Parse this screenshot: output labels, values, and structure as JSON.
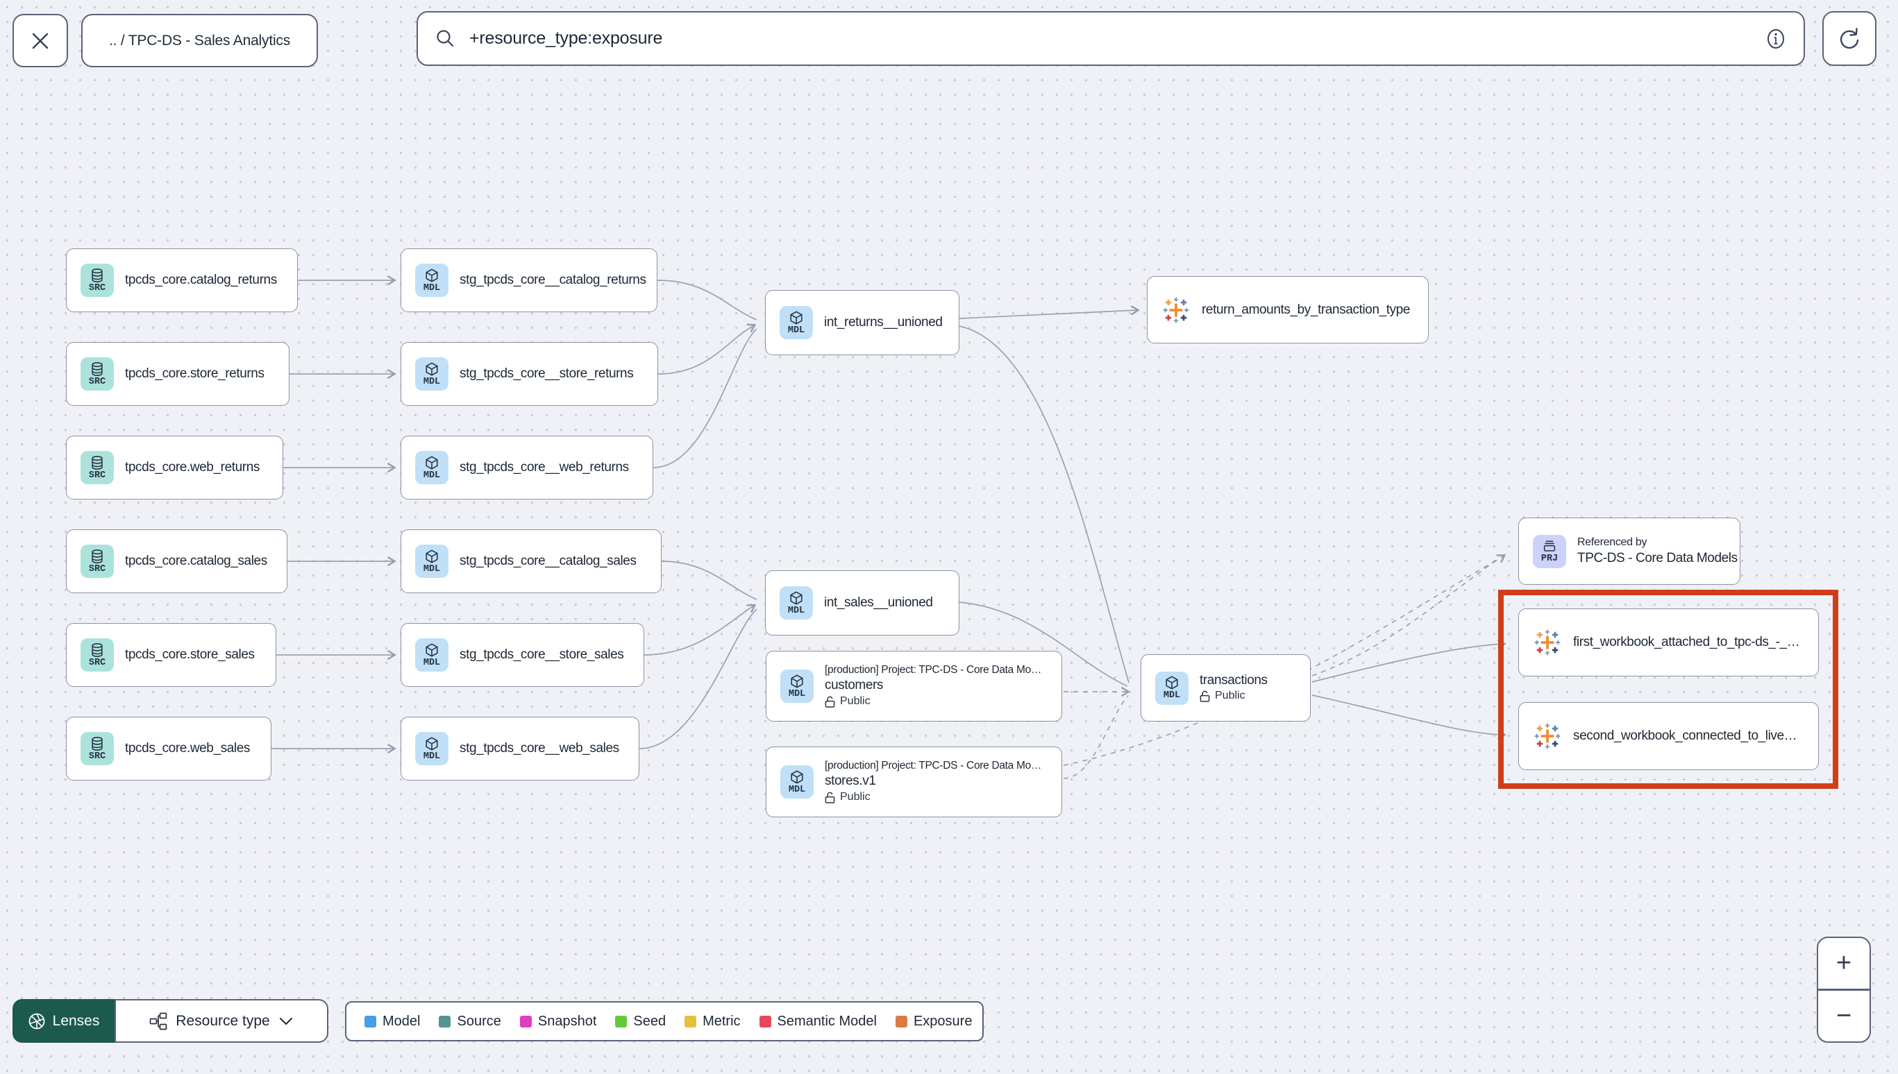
{
  "header": {
    "breadcrumb": ".. / TPC-DS - Sales Analytics",
    "search": {
      "value": "+resource_type:exposure"
    }
  },
  "badges": {
    "src": "SRC",
    "mdl": "MDL",
    "prj": "PRJ"
  },
  "nodes": [
    {
      "title": "tpcds_core.catalog_returns"
    },
    {
      "title": "tpcds_core.store_returns"
    },
    {
      "title": "tpcds_core.web_returns"
    },
    {
      "title": "tpcds_core.catalog_sales"
    },
    {
      "title": "tpcds_core.store_sales"
    },
    {
      "title": "tpcds_core.web_sales"
    },
    {
      "title": "stg_tpcds_core__catalog_returns"
    },
    {
      "title": "stg_tpcds_core__store_returns"
    },
    {
      "title": "stg_tpcds_core__web_returns"
    },
    {
      "title": "stg_tpcds_core__catalog_sales"
    },
    {
      "title": "stg_tpcds_core__store_sales"
    },
    {
      "title": "stg_tpcds_core__web_sales"
    },
    {
      "title": "int_returns__unioned"
    },
    {
      "title": "int_sales__unioned"
    },
    {
      "project": "[production] Project: TPC-DS - Core Data Mo…",
      "title": "customers",
      "visibility": "Public"
    },
    {
      "project": "[production] Project: TPC-DS - Core Data Mo…",
      "title": "stores.v1",
      "visibility": "Public"
    },
    {
      "title": "return_amounts_by_transaction_type"
    },
    {
      "title": "transactions",
      "visibility": "Public"
    },
    {
      "subtitle": "Referenced by",
      "title": "TPC-DS - Core Data Models"
    },
    {
      "title": "first_workbook_attached_to_tpc-ds_-_…"
    },
    {
      "title": "second_workbook_connected_to_live…"
    }
  ],
  "toolbar": {
    "lenses_label": "Lenses",
    "resource_type_label": "Resource type"
  },
  "legend": {
    "items": [
      {
        "label": "Model",
        "color": "#459fe8"
      },
      {
        "label": "Source",
        "color": "#569490"
      },
      {
        "label": "Snapshot",
        "color": "#e03ec0"
      },
      {
        "label": "Seed",
        "color": "#62ca3d"
      },
      {
        "label": "Metric",
        "color": "#e5c13d"
      },
      {
        "label": "Semantic Model",
        "color": "#e5485c"
      },
      {
        "label": "Exposure",
        "color": "#dd7a44"
      }
    ]
  },
  "zoom_controls": {
    "zoom_in": "+",
    "zoom_out": "−"
  },
  "colors": {
    "highlight_box": "#cf3e18",
    "lenses_button": "#1c5a4f",
    "badge_source": "#abe3db",
    "badge_model": "#bfe0f8",
    "badge_project": "#ccd2f9",
    "edge": "#9aa1b2",
    "node_border": "#8b92a6"
  }
}
